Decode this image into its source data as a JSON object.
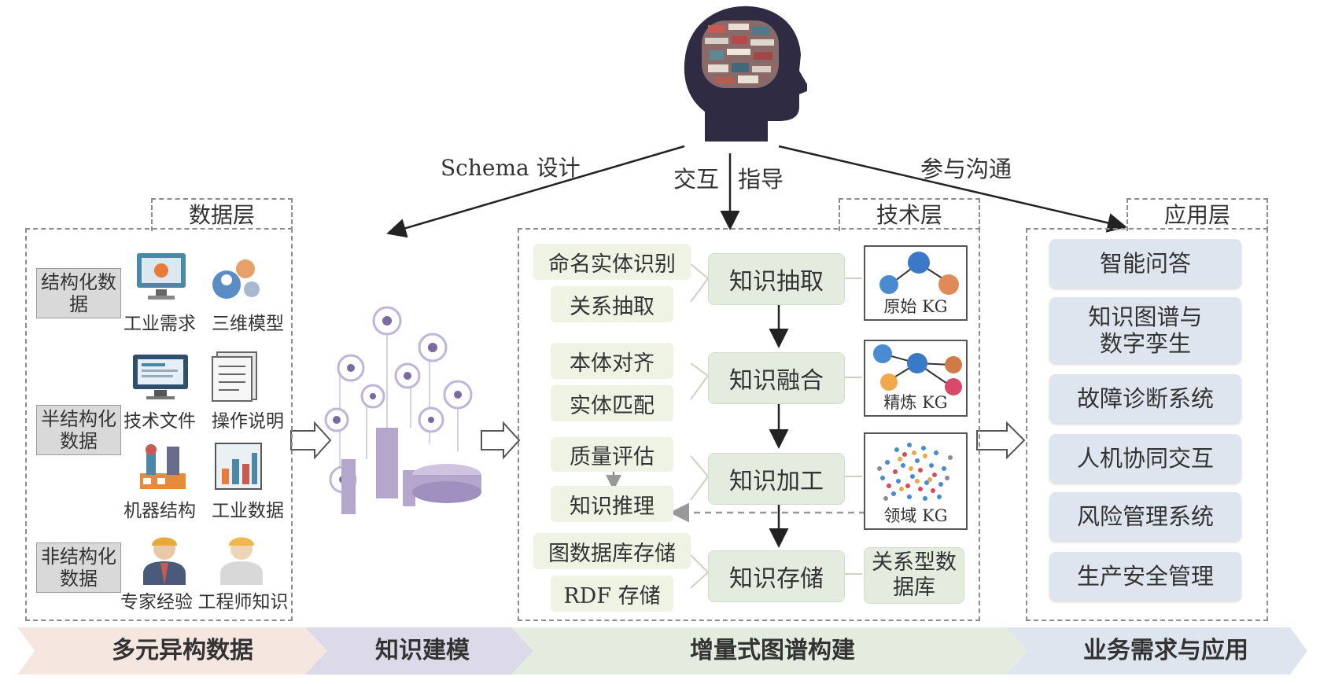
{
  "top_labels": {
    "schema": "Schema 设计",
    "interact": "交互",
    "guide": "指导",
    "participate": "参与沟通"
  },
  "layers": {
    "data": "数据层",
    "tech": "技术层",
    "app": "应用层"
  },
  "data_layer": {
    "structured": "结构化数据",
    "semi": "半结构化数据",
    "unstructured": "非结构化数据",
    "items": [
      "工业需求",
      "三维模型",
      "技术文件",
      "操作说明",
      "机器结构",
      "工业数据",
      "专家经验",
      "工程师知识"
    ]
  },
  "tech_layer": {
    "inputs": [
      "命名实体识别",
      "关系抽取",
      "本体对齐",
      "实体匹配",
      "质量评估",
      "知识推理",
      "图数据库存储",
      "RDF 存储"
    ],
    "steps": [
      "知识抽取",
      "知识融合",
      "知识加工",
      "知识存储"
    ],
    "kg_labels": [
      "原始 KG",
      "精炼 KG",
      "领域 KG"
    ],
    "db": "关系型数据库"
  },
  "app_layer": {
    "items": [
      "智能问答",
      "知识图谱与数字孪生",
      "故障诊断系统",
      "人机协同交互",
      "风险管理系统",
      "生产安全管理"
    ]
  },
  "bottom_bar": {
    "segments": [
      "多元异构数据",
      "知识建模",
      "增量式图谱构建",
      "业务需求与应用"
    ],
    "colors": [
      "#f6e6e0",
      "#dcdae8",
      "#e4ece0",
      "#dfe5ee"
    ]
  }
}
